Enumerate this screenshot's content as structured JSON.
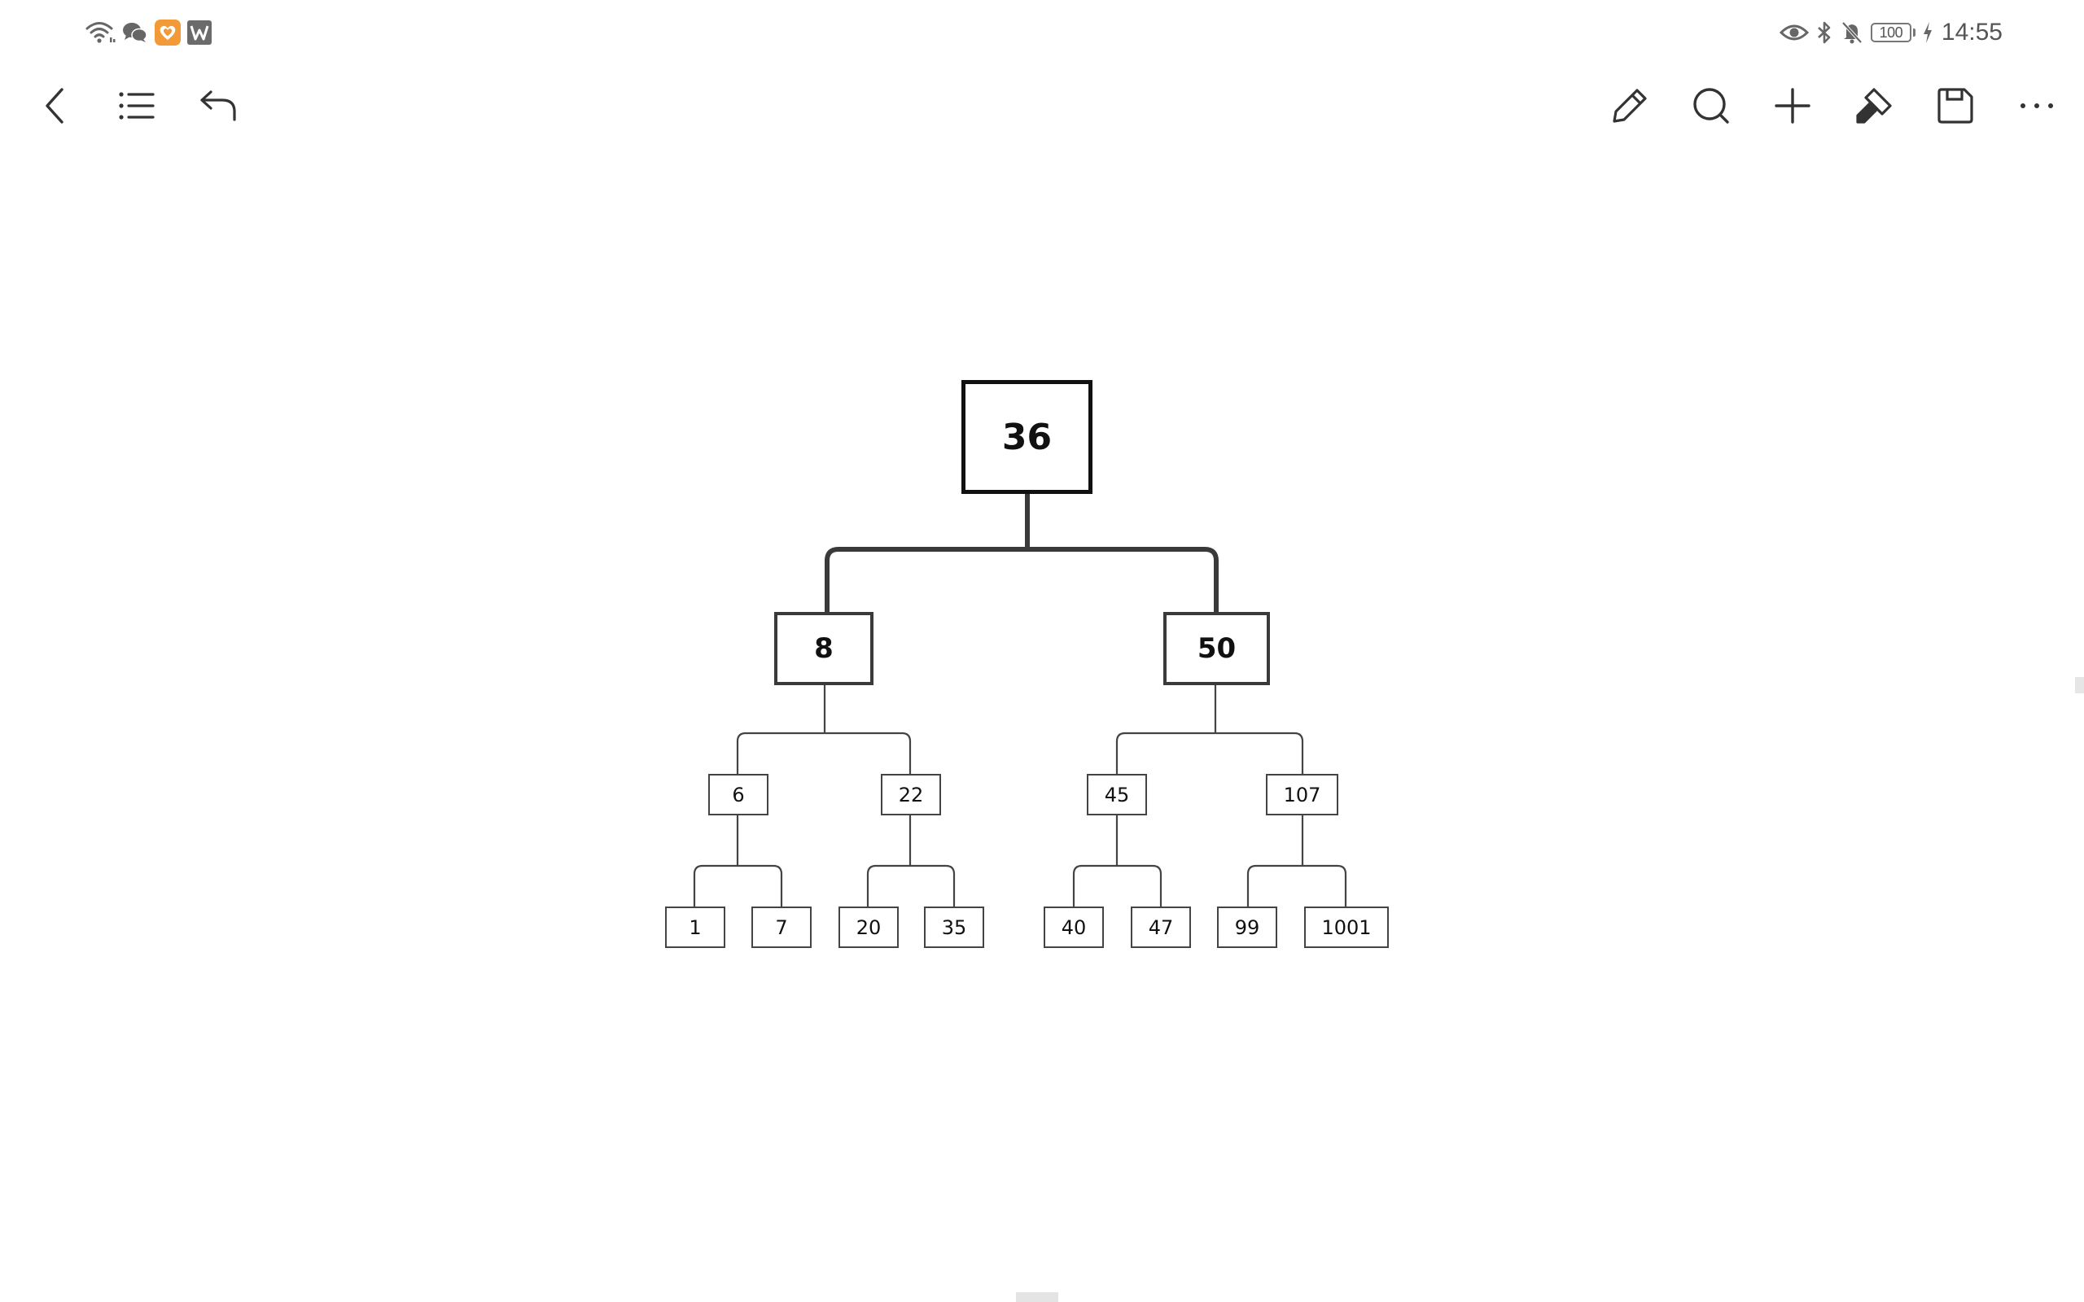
{
  "status_bar": {
    "time": "14:55",
    "battery": "100",
    "left_icons": [
      "wifi-icon",
      "wechat-icon",
      "heart-app-icon",
      "wps-icon"
    ],
    "right_icons": [
      "eye-icon",
      "bluetooth-icon",
      "mute-bell-icon",
      "battery-icon",
      "charging-icon"
    ]
  },
  "toolbar": {
    "left": [
      "back-icon",
      "outline-list-icon",
      "undo-icon"
    ],
    "right": [
      "edit-pencil-icon",
      "search-icon",
      "add-icon",
      "format-brush-icon",
      "save-icon",
      "more-icon"
    ]
  },
  "colors": {
    "background": "#ffffff",
    "node_border": "#111111",
    "connector": "#3a3a3a",
    "status_text": "#555555",
    "wps_icon": "#6b6b6b",
    "heart_app_icon": "#f39a38"
  },
  "mind_map": {
    "root": "36",
    "level1": [
      "8",
      "50"
    ],
    "level2": [
      "6",
      "22",
      "45",
      "107"
    ],
    "level3": [
      "1",
      "7",
      "20",
      "35",
      "40",
      "47",
      "99",
      "1001"
    ]
  }
}
